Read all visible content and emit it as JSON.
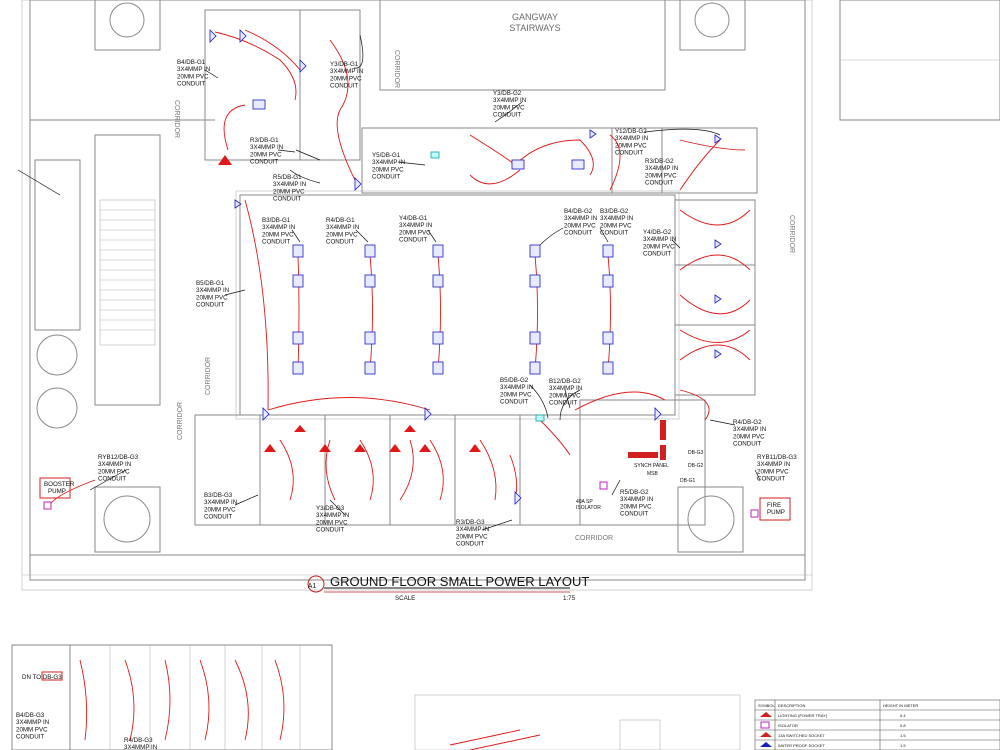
{
  "plan": {
    "title": "GROUND FLOOR SMALL POWER LAYOUT",
    "ref": "A1",
    "scale_label": "SCALE",
    "scale_value": "1:75",
    "gangway": [
      "GANGWAY",
      "STAIRWAYS"
    ],
    "corridor": "CORRIDOR"
  },
  "circuits": [
    {
      "id": "c-b4-dbg1",
      "lines": [
        "B4/DB-G1",
        "3X4MMP IN",
        "20MM PVC",
        "CONDUIT"
      ]
    },
    {
      "id": "c-y3-dbg1",
      "lines": [
        "Y3/DB-G1",
        "3X4MMP IN",
        "20MM PVC",
        "CONDUIT"
      ]
    },
    {
      "id": "c-y3-dbg2",
      "lines": [
        "Y3/DB-G2",
        "3X4MMP IN",
        "20MM PVC",
        "CONDUIT"
      ]
    },
    {
      "id": "c-r3-dbg1",
      "lines": [
        "R3/DB-G1",
        "3X4MMP IN",
        "20MM PVC",
        "CONDUIT"
      ]
    },
    {
      "id": "c-y5-dbg1",
      "lines": [
        "Y5/DB-G1",
        "3X4MMP IN",
        "20MM PVC",
        "CONDUIT"
      ]
    },
    {
      "id": "c-r5-dbg1",
      "lines": [
        "R5/DB-G1",
        "3X4MMP IN",
        "20MM PVC",
        "CONDUIT"
      ]
    },
    {
      "id": "c-y12-dbg2",
      "lines": [
        "Y12/DB-G2",
        "3X4MMP IN",
        "20MM PVC",
        "CONDUIT"
      ]
    },
    {
      "id": "c-r3-dbg2",
      "lines": [
        "R3/DB-G2",
        "3X4MMP IN",
        "20MM PVC",
        "CONDUIT"
      ]
    },
    {
      "id": "c-b3-dbg1",
      "lines": [
        "B3/DB-G1",
        "3X4MMP IN",
        "20MM PVC",
        "CONDUIT"
      ]
    },
    {
      "id": "c-r4-dbg1",
      "lines": [
        "R4/DB-G1",
        "3X4MMP IN",
        "20MM PVC",
        "CONDUIT"
      ]
    },
    {
      "id": "c-y4-dbg1",
      "lines": [
        "Y4/DB-G1",
        "3X4MMP IN",
        "20MM PVC",
        "CONDUIT"
      ]
    },
    {
      "id": "c-b4-dbg2",
      "lines": [
        "B4/DB-G2",
        "3X4MMP IN",
        "20MM PVC",
        "CONDUIT"
      ]
    },
    {
      "id": "c-b3-dbg2",
      "lines": [
        "B3/DB-G2",
        "3X4MMP IN",
        "20MM PVC",
        "CONDUIT"
      ]
    },
    {
      "id": "c-y4-dbg2",
      "lines": [
        "Y4/DB-G2",
        "3X4MMP IN",
        "20MM PVC",
        "CONDUIT"
      ]
    },
    {
      "id": "c-b5-dbg1",
      "lines": [
        "B5/DB-G1",
        "3X4MMP IN",
        "20MM PVC",
        "CONDUIT"
      ]
    },
    {
      "id": "c-b5-dbg2",
      "lines": [
        "B5/DB-G2",
        "3X4MMP IN",
        "20MM PVC",
        "CONDUIT"
      ]
    },
    {
      "id": "c-b12-dbg2",
      "lines": [
        "B12/DB-G2",
        "3X4MMP IN",
        "20MM PVC",
        "CONDUIT"
      ]
    },
    {
      "id": "c-r4-dbg2",
      "lines": [
        "R4/DB-G2",
        "3X4MMP IN",
        "20MM PVC",
        "CONDUIT"
      ]
    },
    {
      "id": "c-ryb12-dbg3",
      "lines": [
        "RYB12/DB-G3",
        "3X4MMP IN",
        "20MM PVC",
        "CONDUIT"
      ]
    },
    {
      "id": "c-ryb11-dbg3",
      "lines": [
        "RYB11/DB-G3",
        "3X4MMP IN",
        "20MM PVC",
        "CONDUIT"
      ]
    },
    {
      "id": "c-b3-dbg3",
      "lines": [
        "B3/DB-G3",
        "3X4MMP IN",
        "20MM PVC",
        "CONDUIT"
      ]
    },
    {
      "id": "c-y3-dbg3",
      "lines": [
        "Y3/DB-G3",
        "3X4MMP IN",
        "20MM PVC",
        "CONDUIT"
      ]
    },
    {
      "id": "c-r3-dbg3",
      "lines": [
        "R3/DB-G3",
        "3X4MMP IN",
        "20MM PVC",
        "CONDUIT"
      ]
    },
    {
      "id": "c-r5-dbg2",
      "lines": [
        "R5/DB-G2",
        "3X4MMP IN",
        "20MM PVC",
        "CONDUIT"
      ]
    },
    {
      "id": "c-b4-dbg3",
      "lines": [
        "B4/DB-G3",
        "3X4MMP IN",
        "20MM PVC",
        "CONDUIT"
      ]
    },
    {
      "id": "c-r4-dbg3",
      "lines": [
        "R4/DB-G3",
        "3X4MMP IN"
      ]
    }
  ],
  "equipment": {
    "booster_pump": [
      "BOOSTER",
      "PUMP"
    ],
    "fire_pump": [
      "FIRE",
      "PUMP"
    ],
    "isolator_40a": [
      "40A SP",
      "ISOLATOR"
    ],
    "synch_panel": "SYNCH PANEL",
    "msb": "MSB",
    "db_g3": "DB-G3",
    "db_g2": "DB-G2",
    "db_g1": "DB-G1",
    "dn_to": "DN TO DB-G3"
  },
  "legend": {
    "symbol_header": "SYMBOL",
    "description_header": "DESCRIPTION",
    "height_header": "HEIGHT IN METER",
    "rows": [
      {
        "desc": "LIGHTING (POWER TRAY)",
        "h": "0.4"
      },
      {
        "desc": "ISOLATOR",
        "h": "0.8"
      },
      {
        "desc": "13A SWITCHED SOCKET",
        "h": "1.5"
      },
      {
        "desc": "WATER PROOF SOCKET",
        "h": "1.5"
      }
    ]
  },
  "colors": {
    "wire": "#e01818",
    "device": "#1a1ac8",
    "wall": "#8a8a8a",
    "accent": "#d22020"
  }
}
